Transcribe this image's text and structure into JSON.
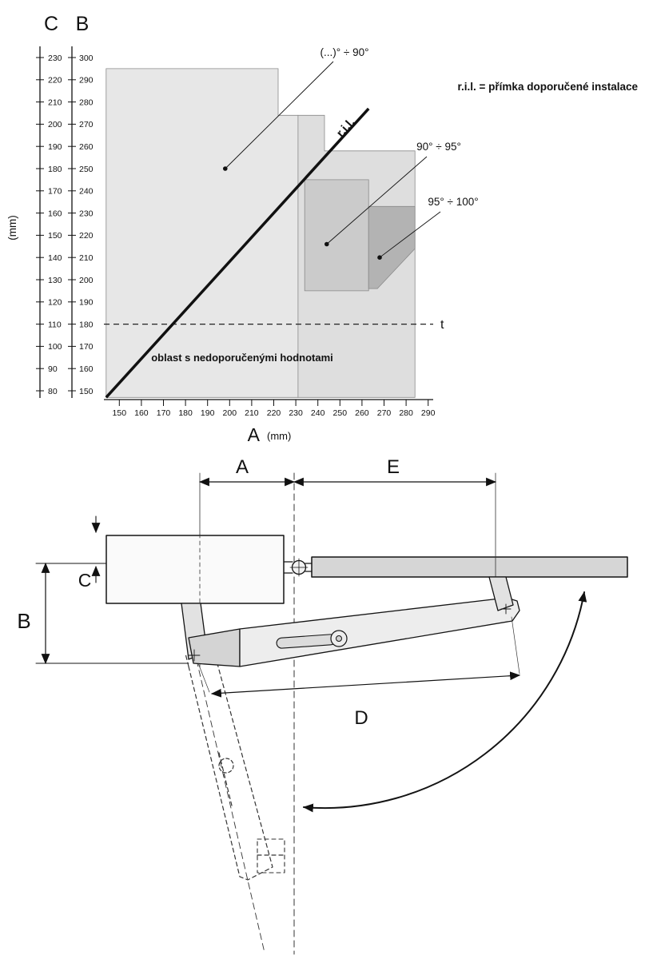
{
  "chart": {
    "axis_c_header": "C",
    "axis_b_header": "B",
    "y_unit": "(mm)",
    "x_letter": "A",
    "x_unit": "(mm)",
    "legend": "r.i.l. = přímka doporučené instalace",
    "ril_label": "r.i.l.",
    "t_label": "t",
    "not_recommended": "oblast s nedoporučenými hodnotami"
  },
  "chart_data": {
    "type": "area",
    "title": "",
    "xlabel": "A (mm)",
    "ylabel_left_outer": "C (mm)",
    "ylabel_left_inner": "B (mm)",
    "grid": false,
    "legend_position": "top-right",
    "a_range": [
      143,
      292
    ],
    "b_range": [
      147,
      300
    ],
    "c_range": [
      77,
      230
    ],
    "a_ticks": [
      150,
      160,
      170,
      180,
      190,
      200,
      210,
      220,
      230,
      240,
      250,
      260,
      270,
      280,
      290
    ],
    "b_ticks": [
      300,
      290,
      280,
      270,
      260,
      250,
      240,
      230,
      220,
      210,
      200,
      190,
      180,
      170,
      160,
      150
    ],
    "c_ticks": [
      230,
      220,
      210,
      200,
      190,
      180,
      170,
      160,
      150,
      140,
      130,
      120,
      110,
      100,
      90,
      80
    ],
    "t_line": {
      "b": 180,
      "label": "t"
    },
    "ril_line": {
      "from": [
        144,
        147
      ],
      "to": [
        263,
        277
      ],
      "label": "r.i.l."
    },
    "regions": [
      {
        "name": "angle-up-to-90",
        "label": "(...)° ÷ 90°",
        "fill": "#e7e7e7",
        "polygon": [
          [
            144,
            295
          ],
          [
            222,
            295
          ],
          [
            222,
            274
          ],
          [
            231,
            274
          ],
          [
            231,
            147
          ],
          [
            144,
            147
          ]
        ],
        "dot": [
          198,
          250
        ]
      },
      {
        "name": "angle-up-to-90-ext",
        "label": null,
        "fill": "#dedede",
        "polygon": [
          [
            231,
            274
          ],
          [
            243,
            274
          ],
          [
            243,
            258
          ],
          [
            284,
            258
          ],
          [
            284,
            147
          ],
          [
            231,
            147
          ]
        ],
        "dot": null
      },
      {
        "name": "angle-90-95",
        "label": "90° ÷ 95°",
        "fill": "#cbcbcb",
        "polygon": [
          [
            234,
            245
          ],
          [
            263,
            245
          ],
          [
            263,
            195
          ],
          [
            234,
            195
          ]
        ],
        "dot": [
          244,
          216
        ]
      },
      {
        "name": "angle-95-100",
        "label": "95° ÷ 100°",
        "fill": "#b3b3b3",
        "polygon": [
          [
            263,
            233
          ],
          [
            284,
            233
          ],
          [
            284,
            214
          ],
          [
            267,
            196
          ],
          [
            263,
            196
          ]
        ],
        "dot": [
          268,
          210
        ]
      }
    ],
    "annotations": [
      "r.i.l. = přímka doporučené instalace",
      "oblast s nedoporučenými hodnotami"
    ]
  },
  "drawing": {
    "dim_a_label": "A",
    "dim_e_label": "E",
    "dim_b_label": "B",
    "dim_c_label": "C",
    "dim_d_label": "D"
  }
}
